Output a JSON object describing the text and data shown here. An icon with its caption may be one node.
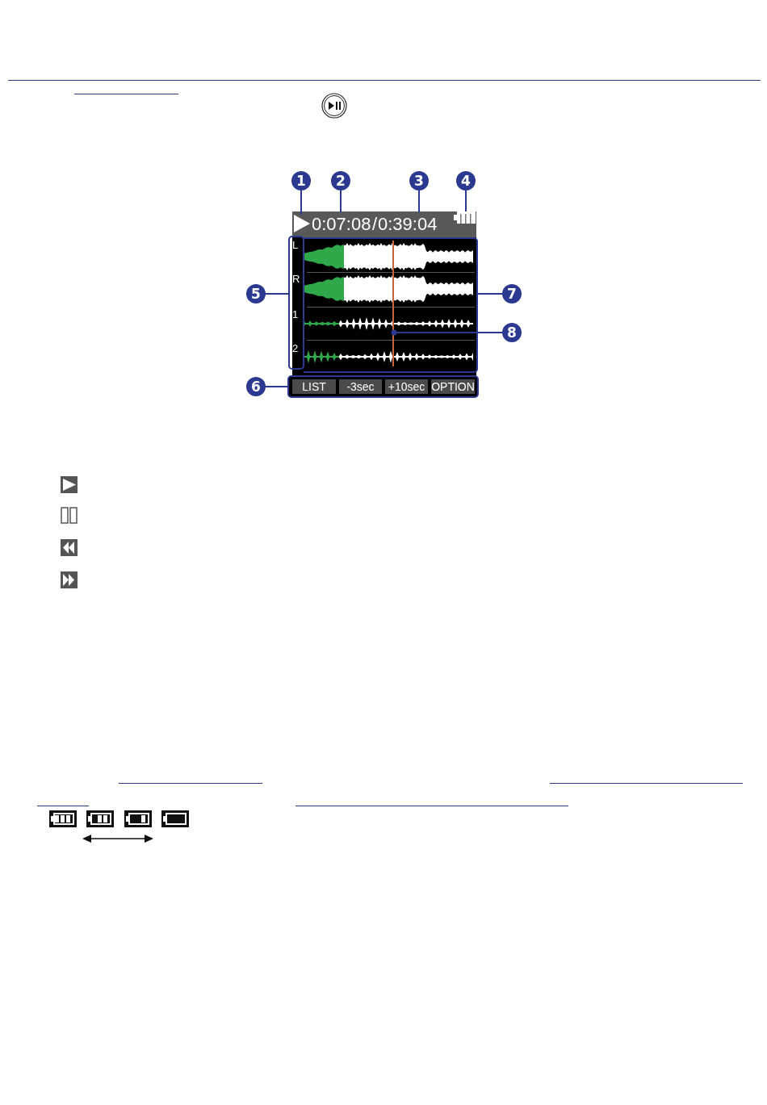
{
  "diagram": {
    "nodes": [
      {
        "text": [
          "1"
        ]
      },
      {
        "text": [
          "2"
        ]
      },
      {
        "text": [
          "3"
        ]
      },
      {
        "text": [
          "4"
        ]
      },
      {
        "text": [
          "5"
        ]
      },
      {
        "text": [
          "6"
        ]
      },
      {
        "text": [
          "7"
        ]
      },
      {
        "text": [
          "8"
        ]
      },
      {
        "text": [],
        "shape": "triangle"
      },
      {
        "text": [
          "0:07:08"
        ]
      },
      {
        "text": [
          "0:39:04"
        ]
      },
      {
        "text": [],
        "shape": "battery"
      },
      {
        "text": [
          "L",
          "R",
          "1",
          "2"
        ]
      },
      {
        "text": [],
        "shape": "box"
      },
      {
        "text": [],
        "shape": "line",
        "in": 13
      },
      {
        "text": [],
        "shape": "box"
      },
      {
        "text": [
          "LIST"
        ],
        "in": 15
      },
      {
        "text": [
          "-3sec"
        ],
        "in": 15
      },
      {
        "text": [
          "+10sec"
        ],
        "in": 15
      },
      {
        "text": [
          "OPTION"
        ],
        "in": 15
      }
    ],
    "edges": [
      {
        "from": 0,
        "to": 8,
        "arrow": "none"
      },
      {
        "from": 1,
        "to": 9,
        "arrow": "none"
      },
      {
        "from": 2,
        "to": 10,
        "arrow": "none"
      },
      {
        "from": 3,
        "to": 11,
        "arrow": "none"
      },
      {
        "from": 4,
        "to": 12,
        "arrow": "none"
      },
      {
        "from": 5,
        "to": 15,
        "arrow": "none"
      },
      {
        "from": 6,
        "to": 13,
        "arrow": "none"
      },
      {
        "from": 7,
        "to": 14,
        "arrow": "other"
      }
    ],
    "labels": [
      "/"
    ]
  }
}
